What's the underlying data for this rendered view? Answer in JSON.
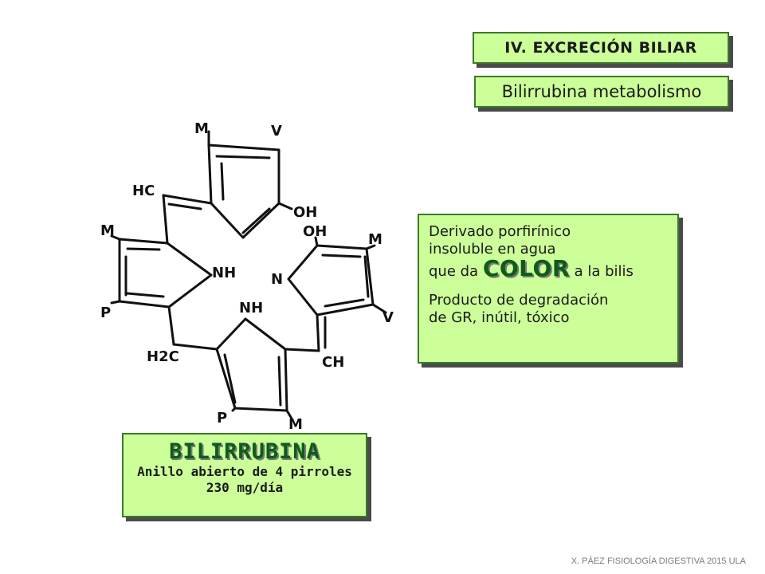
{
  "header": {
    "section_title": "IV. EXCRECIÓN BILIAR",
    "subtitle": "Bilirrubina metabolismo"
  },
  "description": {
    "line1": "Derivado porfirínico",
    "line2": "insoluble en agua",
    "line3_pre": "que da",
    "line3_emph": "COLOR",
    "line3_post": "a la bilis",
    "line4": "Producto de degradación",
    "line5": "de GR, inútil, tóxico"
  },
  "compound": {
    "name": "BILIRRUBINA",
    "detail1": "Anillo abierto de 4 pirroles",
    "detail2": "230 mg/día"
  },
  "structure_labels": {
    "m_top": "M",
    "v_top": "V",
    "hc": "HC",
    "oh1": "OH",
    "m_left": "M",
    "oh2": "OH",
    "m_right": "M",
    "nh1": "NH",
    "n": "N",
    "p_left": "P",
    "nh2": "NH",
    "v_right": "V",
    "h2c": "H2C",
    "ch": "CH",
    "p_bottom": "P",
    "m_bottom": "M"
  },
  "footer": "X. PÁEZ   FISIOLOGÍA DIGESTIVA 2015 ULA"
}
